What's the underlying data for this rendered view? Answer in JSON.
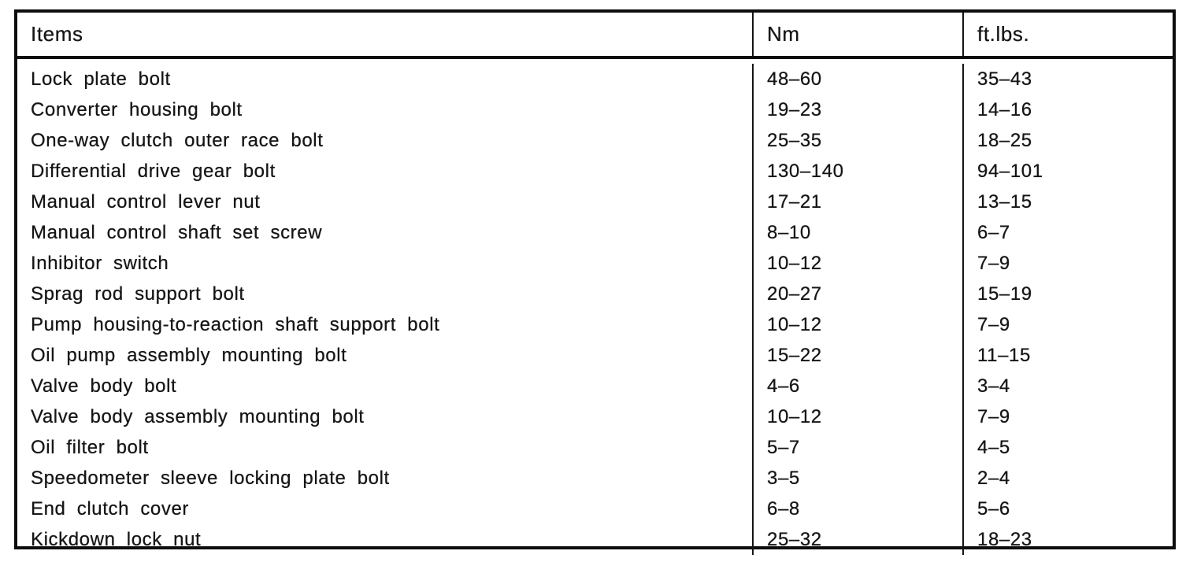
{
  "table": {
    "columns": [
      "Items",
      "Nm",
      "ft.lbs."
    ],
    "rows": [
      {
        "item": "Lock plate bolt",
        "nm": "48–60",
        "ftlbs": "35–43"
      },
      {
        "item": "Converter housing bolt",
        "nm": "19–23",
        "ftlbs": "14–16"
      },
      {
        "item": "One-way clutch outer race bolt",
        "nm": "25–35",
        "ftlbs": "18–25"
      },
      {
        "item": "Differential drive gear bolt",
        "nm": "130–140",
        "ftlbs": "94–101"
      },
      {
        "item": "Manual control lever nut",
        "nm": "17–21",
        "ftlbs": "13–15"
      },
      {
        "item": "Manual control shaft set screw",
        "nm": "8–10",
        "ftlbs": "6–7"
      },
      {
        "item": "Inhibitor switch",
        "nm": "10–12",
        "ftlbs": "7–9"
      },
      {
        "item": "Sprag rod support bolt",
        "nm": "20–27",
        "ftlbs": "15–19"
      },
      {
        "item": "Pump housing-to-reaction shaft support bolt",
        "nm": "10–12",
        "ftlbs": "7–9"
      },
      {
        "item": "Oil pump assembly mounting bolt",
        "nm": "15–22",
        "ftlbs": "11–15"
      },
      {
        "item": "Valve body bolt",
        "nm": "4–6",
        "ftlbs": "3–4"
      },
      {
        "item": "Valve body assembly mounting bolt",
        "nm": "10–12",
        "ftlbs": "7–9"
      },
      {
        "item": "Oil filter bolt",
        "nm": "5–7",
        "ftlbs": "4–5"
      },
      {
        "item": "Speedometer sleeve locking plate bolt",
        "nm": "3–5",
        "ftlbs": "2–4"
      },
      {
        "item": "End clutch cover",
        "nm": "6–8",
        "ftlbs": "5–6"
      },
      {
        "item": "Kickdown lock nut",
        "nm": "25–32",
        "ftlbs": "18–23"
      }
    ]
  }
}
